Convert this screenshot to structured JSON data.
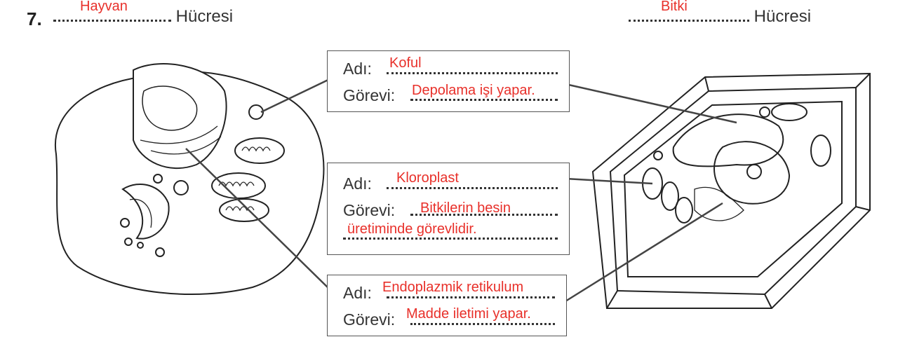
{
  "question_number": "7.",
  "left_header": {
    "answer": "Hayvan",
    "suffix": "Hücresi"
  },
  "right_header": {
    "answer": "Bitki",
    "suffix": "Hücresi"
  },
  "boxes": [
    {
      "name_label": "Adı:",
      "name_answer": "Koful",
      "task_label": "Görevi:",
      "task_answer": [
        "Depolama işi yapar."
      ]
    },
    {
      "name_label": "Adı:",
      "name_answer": "Kloroplast",
      "task_label": "Görevi:",
      "task_answer": [
        "Bitkilerin besin",
        "üretiminde görevlidir."
      ]
    },
    {
      "name_label": "Adı:",
      "name_answer": "Endoplazmik retikulum",
      "task_label": "Görevi:",
      "task_answer": [
        "Madde iletimi yapar."
      ]
    }
  ],
  "colors": {
    "answer": "#e8302a",
    "text": "#333333"
  }
}
